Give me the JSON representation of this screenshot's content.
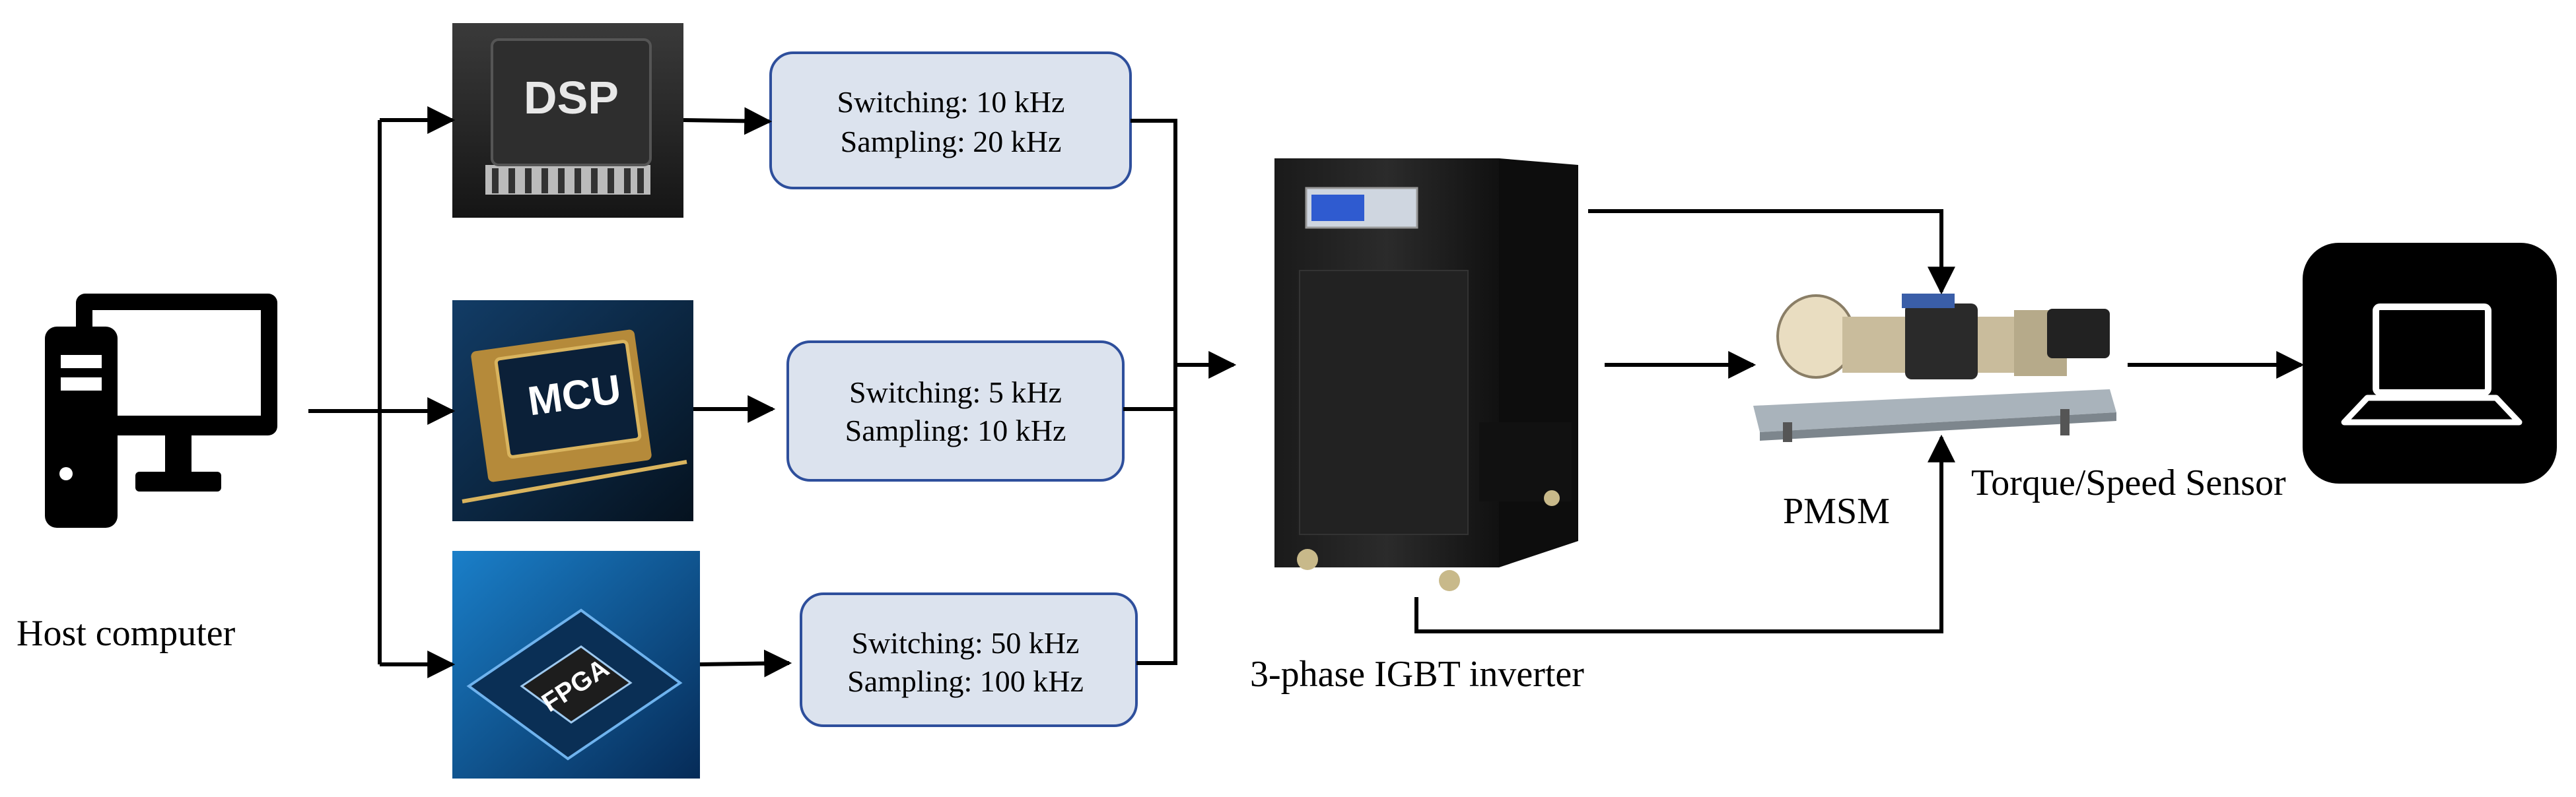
{
  "labels": {
    "host": "Host computer",
    "inverter": "3-phase IGBT inverter",
    "motor": "PMSM",
    "sensor": "Torque/Speed Sensor"
  },
  "chips": {
    "dsp": "DSP",
    "mcu": "MCU",
    "fpga": "FPGA"
  },
  "boxes": {
    "dsp": {
      "line1": "Switching: 10 kHz",
      "line2": "Sampling: 20 kHz"
    },
    "mcu": {
      "line1": "Switching: 5 kHz",
      "line2": "Sampling: 10 kHz"
    },
    "fpga": {
      "line1": "Switching: 50 kHz",
      "line2": "Sampling: 100 kHz"
    }
  },
  "colors": {
    "box_fill": "#dce3ee",
    "box_stroke": "#2e4f9c",
    "sensor_text": "#44546a",
    "arrow": "#000000",
    "dsp_chip_bg": "#2a2a2a",
    "mcu_chip_bg": "#0e2a45",
    "fpga_chip_bg": "#0d4f8a"
  }
}
